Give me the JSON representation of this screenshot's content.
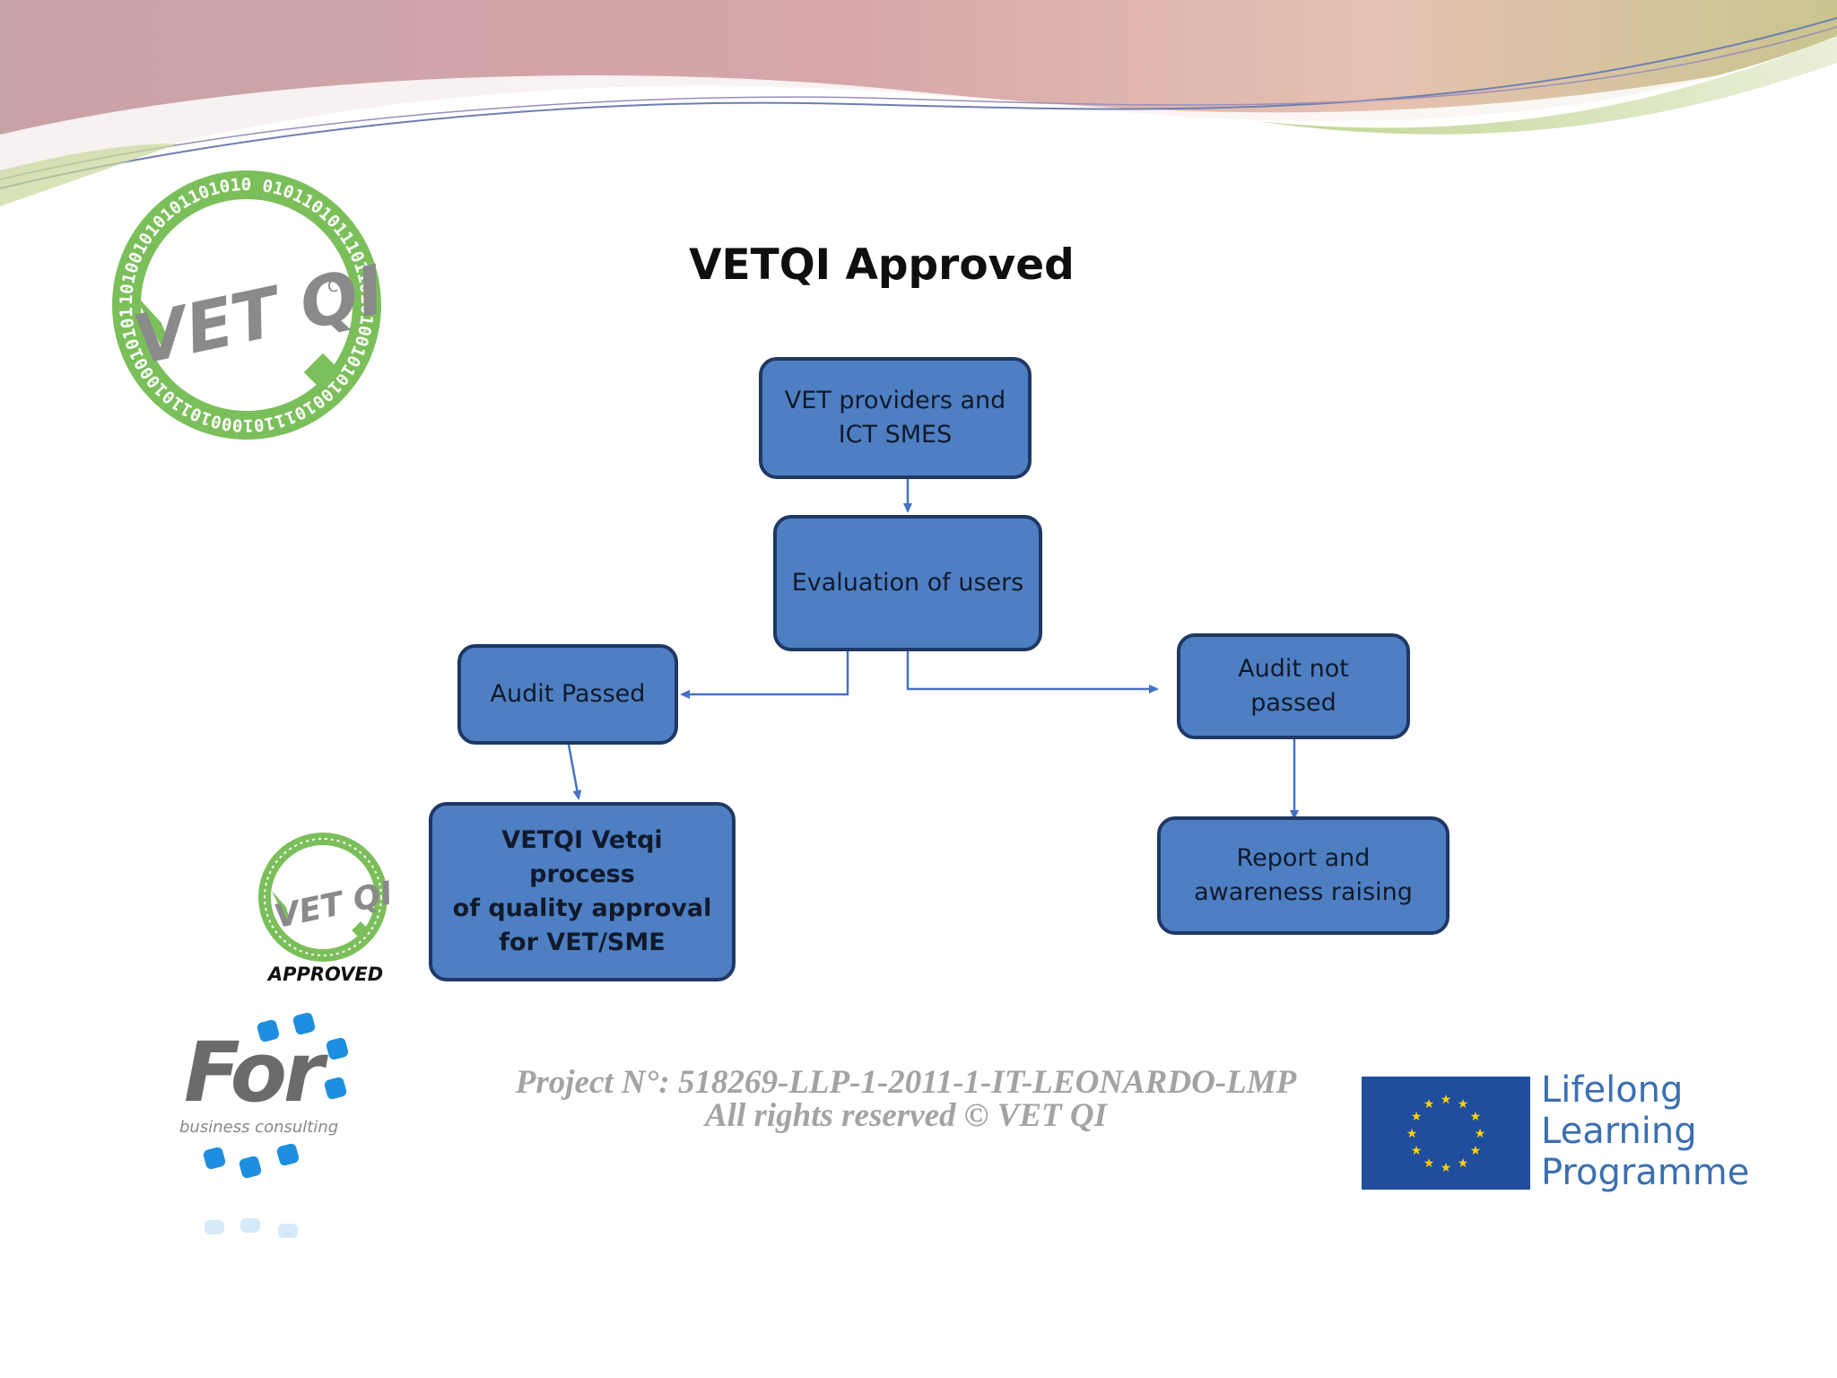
{
  "title": "VETQI Approved",
  "nodes": {
    "vet_providers": "VET providers and\nICT SMES",
    "evaluation": "Evaluation of users",
    "audit_passed": "Audit Passed",
    "audit_not_passed": "Audit not\npassed",
    "vetqi_process": "VETQI Vetqi process\nof quality approval\nfor VET/SME",
    "report": "Report and\nawareness raising"
  },
  "logos": {
    "vetqi_main": {
      "binary_ring": "101001010101101010 0101101011101101010010101001011101000101101000101010101",
      "wordmark": "VET QI",
      "superscript": "CT"
    },
    "vetqi_approved": {
      "wordmark": "VET QI",
      "label": "APPROVED"
    },
    "for_business": {
      "wordmark": "For",
      "subtitle": "business consulting"
    },
    "llp": {
      "line1": "Lifelong",
      "line2": "Learning",
      "line3": "Programme"
    }
  },
  "footer": {
    "line1": "Project N°: 518269-LLP-1-2011-1-IT-LEONARDO-LMP",
    "line2": "All rights reserved © VET QI"
  },
  "colors": {
    "node_fill": "#4e7fc2",
    "node_border": "#1f3864",
    "connector": "#4472c4",
    "logo_green": "#7bbf5a",
    "eu_blue": "#1f4e9e",
    "eu_star": "#ffd200"
  }
}
